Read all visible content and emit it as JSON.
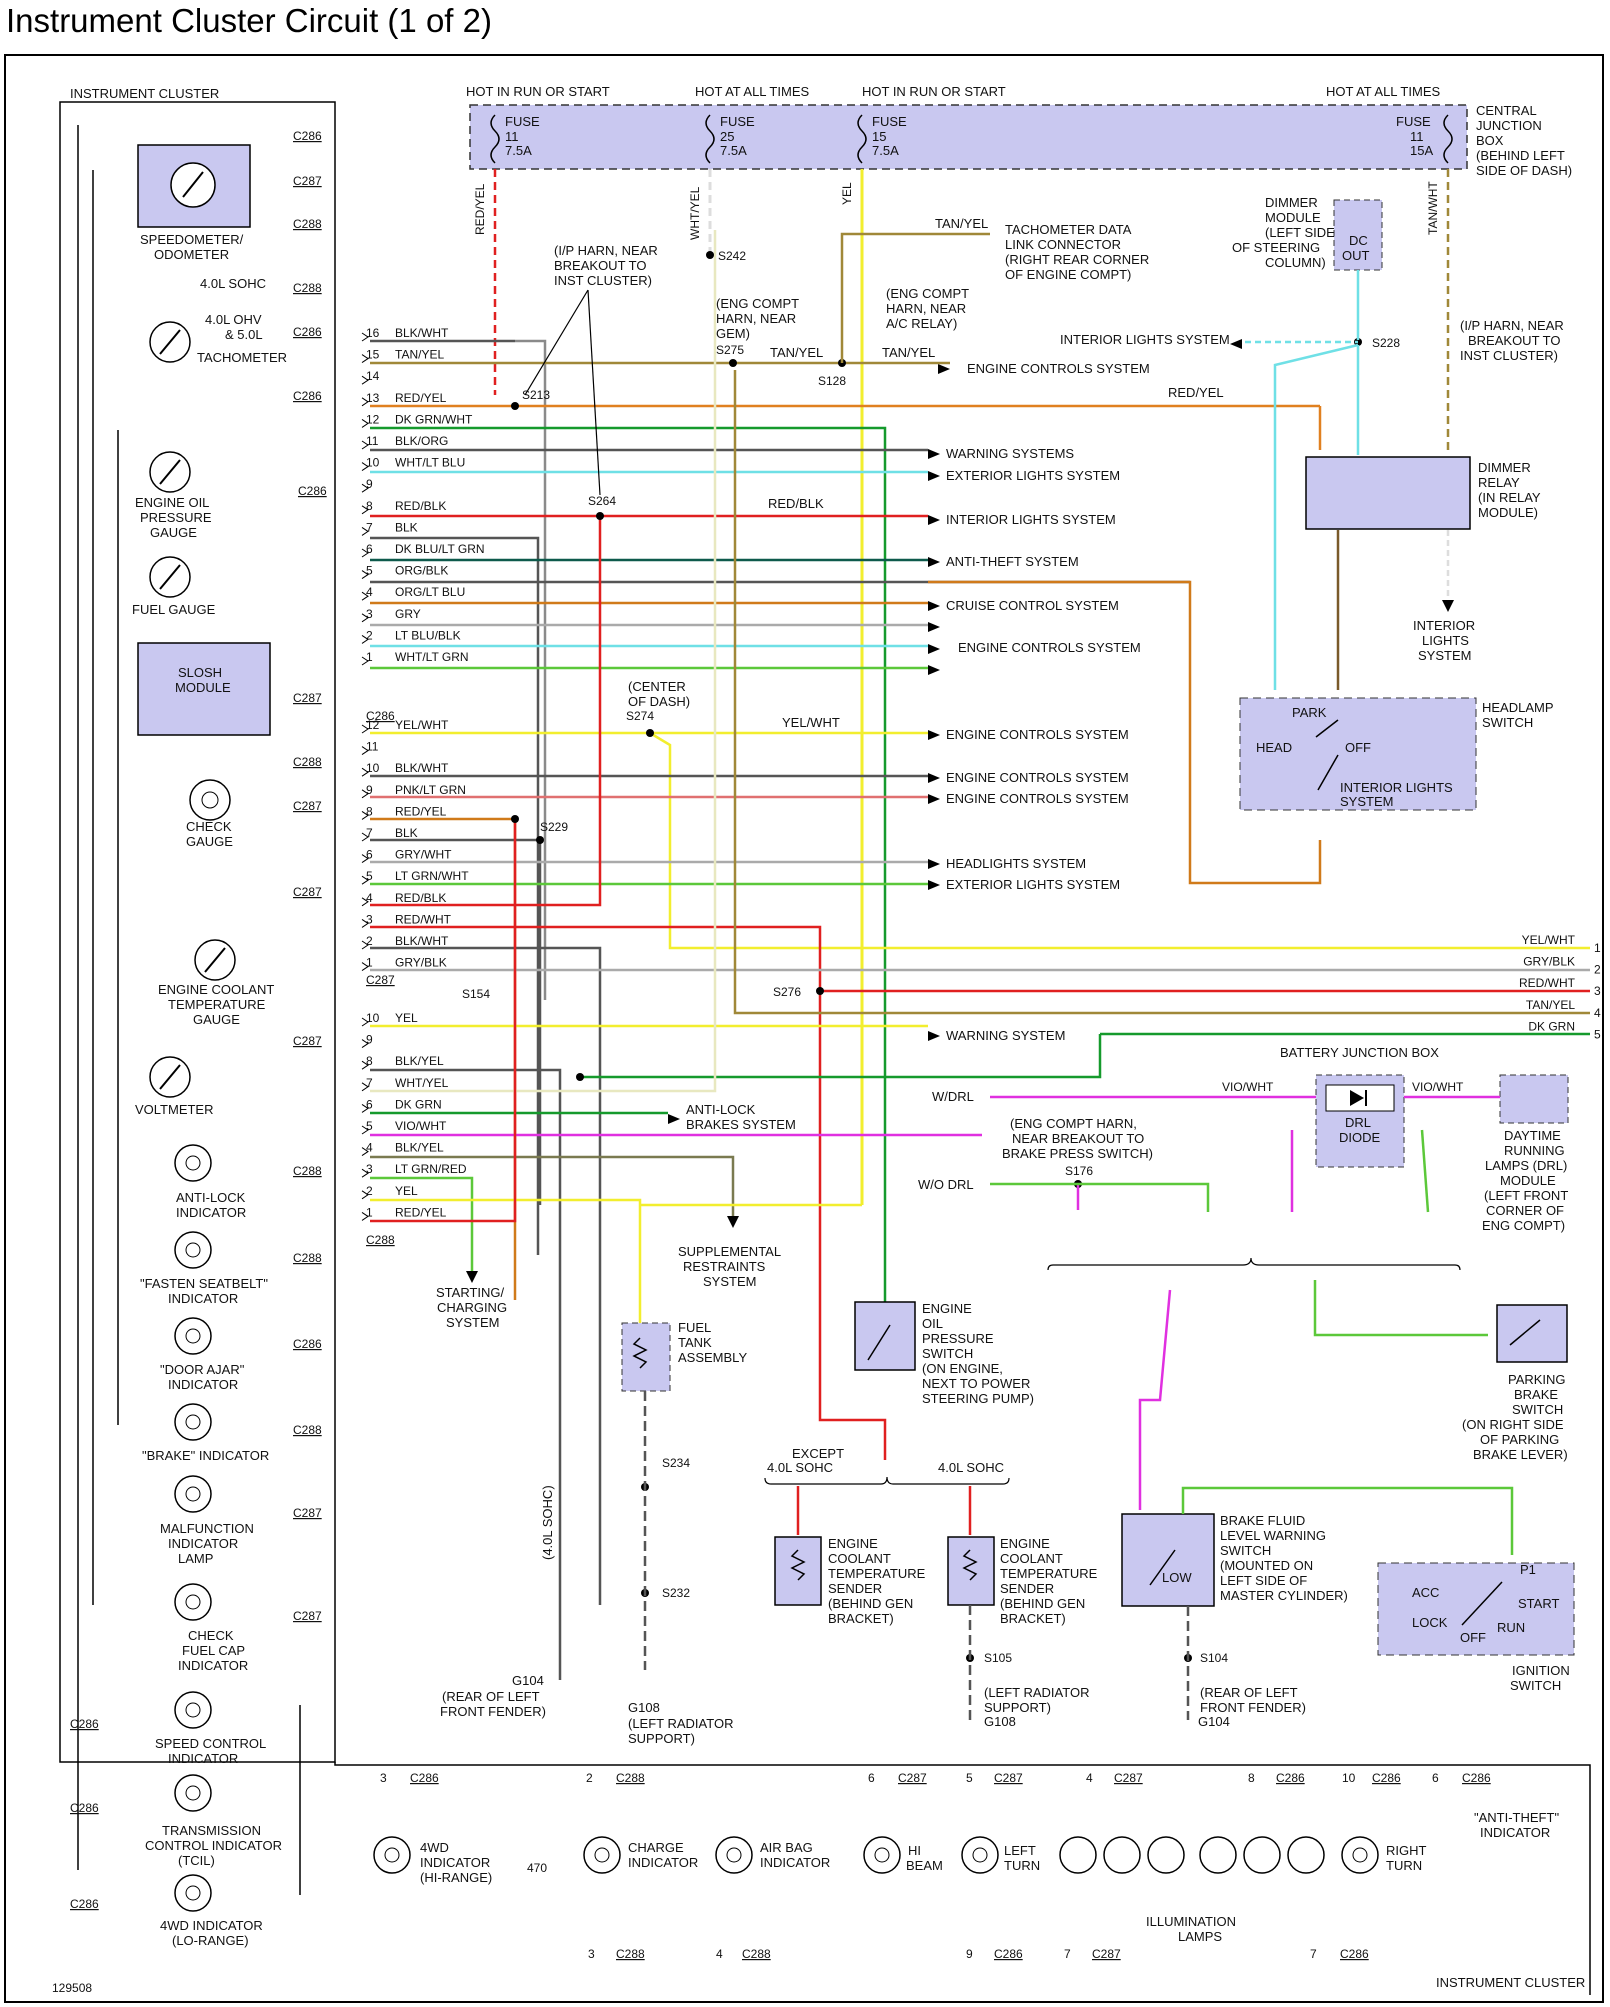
{
  "title": "Instrument Cluster Circuit (1 of 2)",
  "diagram_id": "129508",
  "colors": {
    "fuse_box": "#c9c8f0",
    "component": "#c9c8f0",
    "red": "#e02020",
    "green": "#159a2c",
    "teal": "#0e5a4c",
    "gray": "#8a8a8a",
    "dkgray": "#555555",
    "orange": "#d07a1a",
    "yellow": "#f2ee2e",
    "cyan": "#6fe0e6",
    "magenta": "#e030e0",
    "tan": "#a08838",
    "brown": "#7a5a2a",
    "ltgreen": "#5cc83a"
  },
  "fuses": [
    {
      "label": "HOT IN RUN OR START",
      "name": "FUSE",
      "num": "11",
      "rating": "7.5A",
      "wire": "RED/YEL"
    },
    {
      "label": "HOT AT ALL TIMES",
      "name": "FUSE",
      "num": "25",
      "rating": "7.5A",
      "wire": "WHT/YEL"
    },
    {
      "label": "HOT IN RUN OR START",
      "name": "FUSE",
      "num": "15",
      "rating": "7.5A",
      "wire": "YEL"
    },
    {
      "label": "HOT AT ALL TIMES",
      "name": "FUSE",
      "num": "11",
      "rating": "15A",
      "wire": "TAN/WHT"
    }
  ],
  "central_box": [
    "CENTRAL",
    "JUNCTION",
    "BOX",
    "(BEHIND LEFT",
    "SIDE OF DASH)"
  ],
  "cluster": {
    "label": "INSTRUMENT CLUSTER",
    "gauges": [
      {
        "name": [
          "SPEEDOMETER/",
          "ODOMETER"
        ]
      },
      {
        "name": [
          "TACHOMETER"
        ],
        "notes": [
          "4.0L SOHC",
          "4.0L OHV",
          "& 5.0L"
        ]
      },
      {
        "name": [
          "ENGINE OIL",
          "PRESSURE",
          "GAUGE"
        ]
      },
      {
        "name": [
          "FUEL GAUGE"
        ]
      },
      {
        "name": [
          "SLOSH",
          "MODULE"
        ]
      },
      {
        "name": [
          "CHECK",
          "GAUGE"
        ]
      },
      {
        "name": [
          "ENGINE COOLANT",
          "TEMPERATURE",
          "GAUGE"
        ]
      },
      {
        "name": [
          "VOLTMETER"
        ]
      },
      {
        "name": [
          "ANTI-LOCK",
          "INDICATOR"
        ]
      },
      {
        "name": [
          "\"FASTEN SEATBELT\"",
          "INDICATOR"
        ]
      },
      {
        "name": [
          "\"DOOR AJAR\"",
          "INDICATOR"
        ]
      },
      {
        "name": [
          "\"BRAKE\" INDICATOR"
        ]
      },
      {
        "name": [
          "MALFUNCTION",
          "INDICATOR",
          "LAMP"
        ]
      },
      {
        "name": [
          "CHECK",
          "FUEL CAP",
          "INDICATOR"
        ]
      },
      {
        "name": [
          "SPEED CONTROL",
          "INDICATOR"
        ]
      },
      {
        "name": [
          "TRANSMISSION",
          "CONTROL INDICATOR",
          "(TCIL)"
        ]
      },
      {
        "name": [
          "4WD INDICATOR",
          "(LO-RANGE)"
        ]
      }
    ]
  },
  "c286_pins": [
    {
      "pin": "16",
      "wire": "BLK/WHT"
    },
    {
      "pin": "15",
      "wire": "TAN/YEL"
    },
    {
      "pin": "14",
      "wire": ""
    },
    {
      "pin": "13",
      "wire": "RED/YEL"
    },
    {
      "pin": "12",
      "wire": "DK GRN/WHT"
    },
    {
      "pin": "11",
      "wire": "BLK/ORG"
    },
    {
      "pin": "10",
      "wire": "WHT/LT BLU"
    },
    {
      "pin": "9",
      "wire": ""
    },
    {
      "pin": "8",
      "wire": "RED/BLK"
    },
    {
      "pin": "7",
      "wire": "BLK"
    },
    {
      "pin": "6",
      "wire": "DK BLU/LT GRN"
    },
    {
      "pin": "5",
      "wire": "ORG/BLK"
    },
    {
      "pin": "4",
      "wire": "ORG/LT BLU"
    },
    {
      "pin": "3",
      "wire": "GRY"
    },
    {
      "pin": "2",
      "wire": "LT BLU/BLK"
    },
    {
      "pin": "1",
      "wire": "WHT/LT GRN"
    }
  ],
  "c287_pins": [
    {
      "pin": "12",
      "wire": "YEL/WHT"
    },
    {
      "pin": "11",
      "wire": ""
    },
    {
      "pin": "10",
      "wire": "BLK/WHT"
    },
    {
      "pin": "9",
      "wire": "PNK/LT GRN"
    },
    {
      "pin": "8",
      "wire": "RED/YEL"
    },
    {
      "pin": "7",
      "wire": "BLK"
    },
    {
      "pin": "6",
      "wire": "GRY/WHT"
    },
    {
      "pin": "5",
      "wire": "LT GRN/WHT"
    },
    {
      "pin": "4",
      "wire": "RED/BLK"
    },
    {
      "pin": "3",
      "wire": "RED/WHT"
    },
    {
      "pin": "2",
      "wire": "BLK/WHT"
    },
    {
      "pin": "1",
      "wire": "GRY/BLK"
    }
  ],
  "c288_pins": [
    {
      "pin": "10",
      "wire": "YEL"
    },
    {
      "pin": "9",
      "wire": ""
    },
    {
      "pin": "8",
      "wire": "BLK/YEL"
    },
    {
      "pin": "7",
      "wire": "WHT/YEL"
    },
    {
      "pin": "6",
      "wire": "DK GRN"
    },
    {
      "pin": "5",
      "wire": "VIO/WHT"
    },
    {
      "pin": "4",
      "wire": "BLK/YEL"
    },
    {
      "pin": "3",
      "wire": "LT GRN/RED"
    },
    {
      "pin": "2",
      "wire": "YEL"
    },
    {
      "pin": "1",
      "wire": "RED/YEL"
    }
  ],
  "connectors": {
    "c286": "C286",
    "c287": "C287",
    "c288": "C288"
  },
  "system_destinations": [
    "ENGINE CONTROLS SYSTEM",
    "WARNING SYSTEMS",
    "EXTERIOR LIGHTS SYSTEM",
    "INTERIOR LIGHTS SYSTEM",
    "ANTI-THEFT SYSTEM",
    "CRUISE CONTROL SYSTEM",
    "ENGINE CONTROLS SYSTEM",
    "ENGINE CONTROLS SYSTEM",
    "ENGINE CONTROLS SYSTEM",
    "ENGINE CONTROLS SYSTEM",
    "HEADLIGHTS SYSTEM",
    "EXTERIOR LIGHTS SYSTEM",
    "WARNING SYSTEM",
    "ANTI-LOCK",
    "BRAKES SYSTEM",
    "SUPPLEMENTAL",
    "RESTRAINTS",
    "SYSTEM",
    "STARTING/",
    "CHARGING",
    "SYSTEM",
    "INTERIOR LIGHTS SYSTEM"
  ],
  "splices": [
    "S213",
    "S264",
    "S242",
    "S275",
    "S128",
    "S228",
    "S274",
    "S229",
    "S154",
    "S276",
    "S234",
    "S232",
    "S176",
    "S105",
    "S104"
  ],
  "notes": {
    "ip_harn_left": [
      "(I/P HARN, NEAR",
      "BREAKOUT TO",
      "INST CLUSTER)"
    ],
    "eng_compt_gem": [
      "(ENG COMPT",
      "HARN, NEAR",
      "GEM)"
    ],
    "eng_compt_ac": [
      "(ENG COMPT",
      "HARN, NEAR",
      "A/C RELAY)"
    ],
    "tach_link": [
      "TACHOMETER DATA",
      "LINK CONNECTOR",
      "(RIGHT REAR CORNER",
      "OF ENGINE COMPT)"
    ],
    "ip_harn_right": [
      "(I/P HARN, NEAR",
      "BREAKOUT TO",
      "INST CLUSTER)"
    ],
    "center_dash": [
      "(CENTER",
      "OF DASH)"
    ],
    "dimmer_module": [
      "DIMMER",
      "MODULE",
      "(LEFT SIDE",
      "OF STEERING",
      "COLUMN)"
    ],
    "dc_out": [
      "DC",
      "OUT"
    ],
    "dimmer_relay": [
      "DIMMER",
      "RELAY",
      "(IN RELAY",
      "MODULE)"
    ],
    "interior_lights": [
      "INTERIOR",
      "LIGHTS",
      "SYSTEM"
    ],
    "headlamp_switch": [
      "HEADLAMP",
      "SWITCH"
    ],
    "hs_park": "PARK",
    "hs_head": "HEAD",
    "hs_off": "OFF",
    "hs_il": [
      "INTERIOR LIGHTS",
      "SYSTEM"
    ],
    "battery_jb": "BATTERY JUNCTION BOX",
    "drl_diode": [
      "DRL",
      "DIODE"
    ],
    "drl_module": [
      "DAYTIME",
      "RUNNING",
      "LAMPS (DRL)",
      "MODULE",
      "(LEFT FRONT",
      "CORNER OF",
      "ENG COMPT)"
    ],
    "w_drl": "W/DRL",
    "wo_drl": "W/O DRL",
    "eng_compt_brake": [
      "(ENG COMPT HARN,",
      "NEAR BREAKOUT TO",
      "BRAKE PRESS SWITCH)"
    ],
    "parking_brake": [
      "PARKING",
      "BRAKE",
      "SWITCH",
      "(ON RIGHT SIDE",
      "OF PARKING",
      "BRAKE LEVER)"
    ],
    "fuel_tank": [
      "FUEL",
      "TANK",
      "ASSEMBLY"
    ],
    "oil_switch": [
      "ENGINE",
      "OIL",
      "PRESSURE",
      "SWITCH",
      "(ON ENGINE,",
      "NEXT TO POWER",
      "STEERING PUMP)"
    ],
    "except_sohc": [
      "EXCEPT",
      "4.0L SOHC"
    ],
    "sohc": "4.0L SOHC",
    "ect_sender": [
      "ENGINE",
      "COOLANT",
      "TEMPERATURE",
      "SENDER",
      "(BEHIND GEN",
      "BRACKET)"
    ],
    "brake_fluid": [
      "BRAKE FLUID",
      "LEVEL WARNING",
      "SWITCH",
      "(MOUNTED ON",
      "LEFT SIDE OF",
      "MASTER CYLINDER)"
    ],
    "low": "LOW",
    "ignition": [
      "IGNITION",
      "SWITCH"
    ],
    "ign_positions": [
      "ACC",
      "LOCK",
      "OFF",
      "RUN",
      "START",
      "P1"
    ],
    "g104_note": [
      "(REAR OF LEFT",
      "FRONT FENDER)"
    ],
    "g108_note": [
      "(LEFT RADIATOR",
      "SUPPORT)"
    ],
    "sohc_note": "(4.0L SOHC)",
    "bottom_cluster": "INSTRUMENT CLUSTER",
    "indicators_bottom": [
      [
        "4WD",
        "INDICATOR",
        "(HI-RANGE)"
      ],
      [
        "CHARGE",
        "INDICATOR"
      ],
      [
        "AIR BAG",
        "INDICATOR"
      ],
      [
        "HI",
        "BEAM"
      ],
      [
        "LEFT",
        "TURN"
      ],
      [
        "ILLUMINATION",
        "LAMPS"
      ],
      [
        "RIGHT",
        "TURN"
      ],
      [
        "\"ANTI-THEFT\"",
        "INDICATOR"
      ]
    ],
    "resistor": "470"
  },
  "right_connector": [
    {
      "pin": "1",
      "wire": "YEL/WHT"
    },
    {
      "pin": "2",
      "wire": "GRY/BLK"
    },
    {
      "pin": "3",
      "wire": "RED/WHT"
    },
    {
      "pin": "4",
      "wire": "TAN/YEL"
    },
    {
      "pin": "5",
      "wire": "DK GRN"
    }
  ]
}
